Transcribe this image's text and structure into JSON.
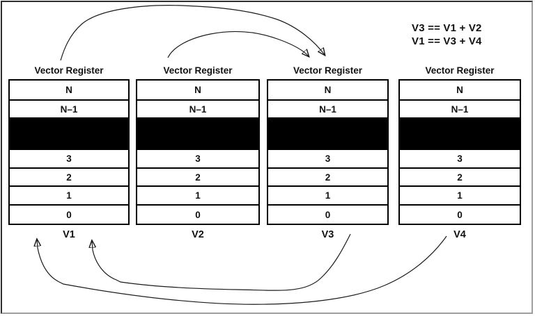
{
  "equations": [
    "V3 == V1 + V2",
    "V1 == V3 + V4"
  ],
  "registers": [
    {
      "title": "Vector Register",
      "label": "V1",
      "cells": [
        "N",
        "N–1",
        "",
        "3",
        "2",
        "1",
        "0"
      ]
    },
    {
      "title": "Vector Register",
      "label": "V2",
      "cells": [
        "N",
        "N–1",
        "",
        "3",
        "2",
        "1",
        "0"
      ]
    },
    {
      "title": "Vector Register",
      "label": "V3",
      "cells": [
        "N",
        "N–1",
        "",
        "3",
        "2",
        "1",
        "0"
      ]
    },
    {
      "title": "Vector Register",
      "label": "V4",
      "cells": [
        "N",
        "N–1",
        "",
        "3",
        "2",
        "1",
        "0"
      ]
    }
  ],
  "arrows": [
    {
      "from": "V1",
      "to": "V3"
    },
    {
      "from": "V2",
      "to": "V3"
    },
    {
      "from": "V3",
      "to": "V1"
    },
    {
      "from": "V4",
      "to": "V1"
    }
  ],
  "colors": {
    "ink": "#111111",
    "filled_row": "#000000",
    "background": "#ffffff"
  }
}
